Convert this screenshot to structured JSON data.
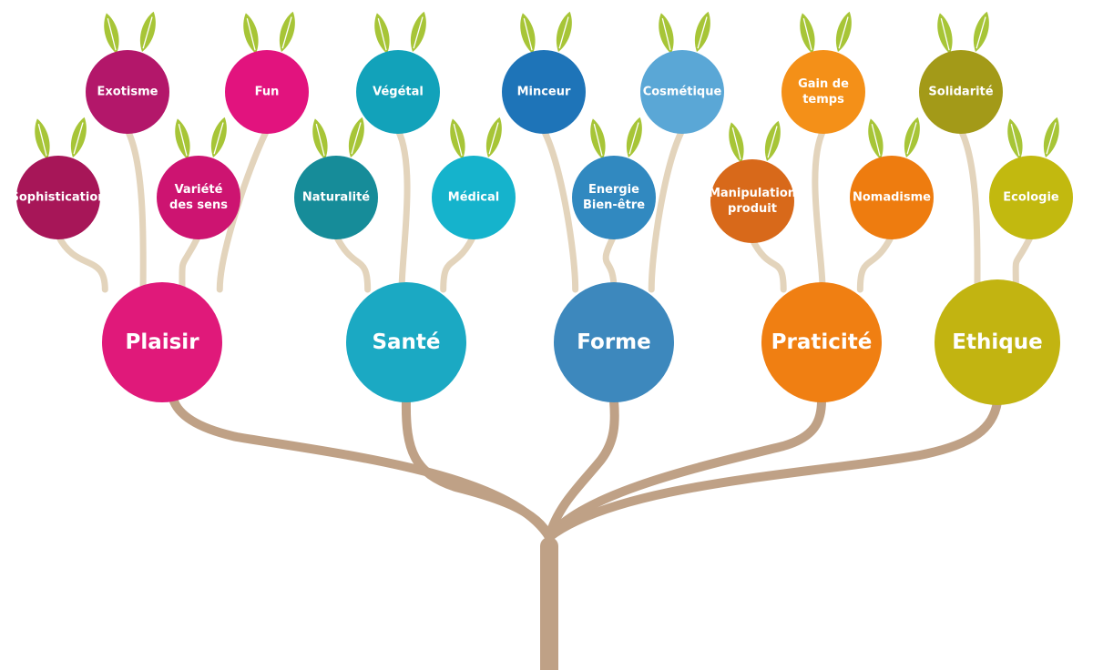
{
  "diagram": {
    "categories": [
      {
        "id": "plaisir",
        "label": "Plaisir",
        "color": "#e0197a"
      },
      {
        "id": "sante",
        "label": "Santé",
        "color": "#1ba9c3"
      },
      {
        "id": "forme",
        "label": "Forme",
        "color": "#3d88bd"
      },
      {
        "id": "praticite",
        "label": "Praticité",
        "color": "#f07f12"
      },
      {
        "id": "ethique",
        "label": "Ethique",
        "color": "#c2b411"
      }
    ],
    "subcategories": [
      {
        "id": "sophistication",
        "parent": "plaisir",
        "label": [
          "Sophistication"
        ],
        "color": "#a71658"
      },
      {
        "id": "exotisme",
        "parent": "plaisir",
        "label": [
          "Exotisme"
        ],
        "color": "#b3176a"
      },
      {
        "id": "variete",
        "parent": "plaisir",
        "label": [
          "Variété",
          "des sens"
        ],
        "color": "#cd1471"
      },
      {
        "id": "fun",
        "parent": "plaisir",
        "label": [
          "Fun"
        ],
        "color": "#e2137e"
      },
      {
        "id": "naturalite",
        "parent": "sante",
        "label": [
          "Naturalité"
        ],
        "color": "#168c99"
      },
      {
        "id": "vegetal",
        "parent": "sante",
        "label": [
          "Végétal"
        ],
        "color": "#12a2ba"
      },
      {
        "id": "medical",
        "parent": "sante",
        "label": [
          "Médical"
        ],
        "color": "#15b3cc"
      },
      {
        "id": "minceur",
        "parent": "forme",
        "label": [
          "Minceur"
        ],
        "color": "#1e74b8"
      },
      {
        "id": "energie",
        "parent": "forme",
        "label": [
          "Energie",
          "Bien-être"
        ],
        "color": "#3189c0"
      },
      {
        "id": "cosmetique",
        "parent": "forme",
        "label": [
          "Cosmétique"
        ],
        "color": "#5aa7d6"
      },
      {
        "id": "manipulation",
        "parent": "praticite",
        "label": [
          "Manipulation",
          "produit"
        ],
        "color": "#d8691a"
      },
      {
        "id": "gain",
        "parent": "praticite",
        "label": [
          "Gain de",
          "temps"
        ],
        "color": "#f49018"
      },
      {
        "id": "nomadisme",
        "parent": "praticite",
        "label": [
          "Nomadisme"
        ],
        "color": "#ee7c0f"
      },
      {
        "id": "solidarite",
        "parent": "ethique",
        "label": [
          "Solidarité"
        ],
        "color": "#a39a18"
      },
      {
        "id": "ecologie",
        "parent": "ethique",
        "label": [
          "Ecologie"
        ],
        "color": "#c2b90f"
      }
    ]
  }
}
